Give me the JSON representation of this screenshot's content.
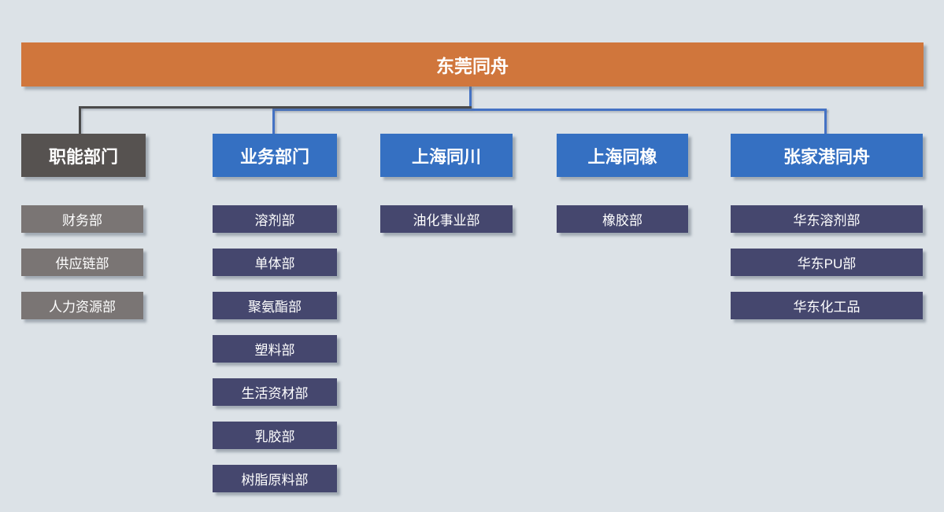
{
  "root": {
    "label": "东莞同舟"
  },
  "branches": [
    {
      "label": "职能部门",
      "theme": "gray",
      "children": [
        "财务部",
        "供应链部",
        "人力资源部"
      ]
    },
    {
      "label": "业务部门",
      "theme": "blue",
      "children": [
        "溶剂部",
        "单体部",
        "聚氨酯部",
        "塑料部",
        "生活资材部",
        "乳胶部",
        "树脂原料部"
      ]
    },
    {
      "label": "上海同川",
      "theme": "blue",
      "children": [
        "油化事业部"
      ]
    },
    {
      "label": "上海同橡",
      "theme": "blue",
      "children": [
        "橡胶部"
      ]
    },
    {
      "label": "张家港同舟",
      "theme": "blue",
      "children": [
        "华东溶剂部",
        "华东PU部",
        "华东化工品"
      ]
    }
  ],
  "colors": {
    "background": "#dce2e7",
    "root_fill": "#d0763c",
    "level2_blue": "#3570c2",
    "level2_gray": "#565250",
    "child_navy": "#45476e",
    "child_gray": "#7a7574",
    "connector_blue": "#4472c4",
    "connector_gray": "#4a4a4a",
    "text": "#ffffff"
  }
}
